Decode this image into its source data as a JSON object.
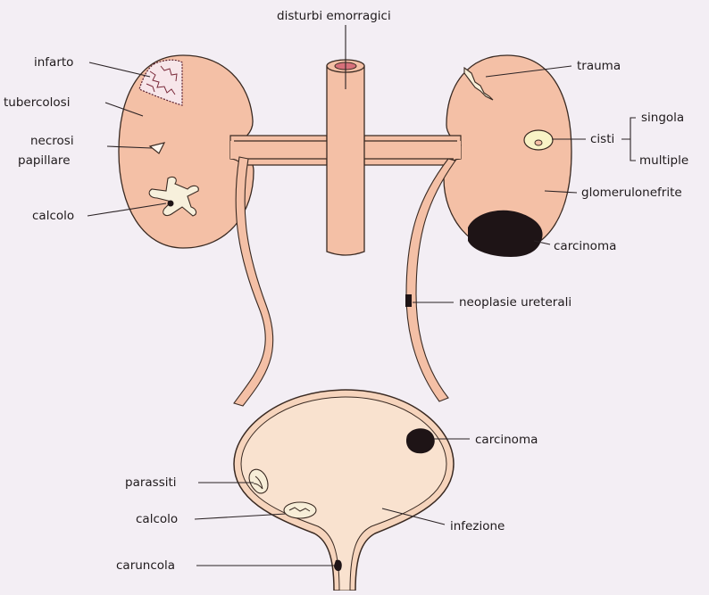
{
  "colors": {
    "background": "#f3eef4",
    "organ_fill": "#f4c0a6",
    "organ_stroke": "#3a2a22",
    "lesion": "#1e1416",
    "bladder_fill": "#f8dcc6",
    "label_text": "#1f1a1c"
  },
  "labels": {
    "disturbi_emorragici": "disturbi emorragici",
    "infarto": "infarto",
    "tubercolosi": "tubercolosi",
    "necrosi_line1": "necrosi",
    "necrosi_line2": "papillare",
    "calcolo_renale": "calcolo",
    "trauma": "trauma",
    "cisti": "cisti",
    "singola": "singola",
    "multiple": "multiple",
    "glomerulonefrite": "glomerulonefrite",
    "carcinoma_renale": "carcinoma",
    "neoplasie_ureterali": "neoplasie ureterali",
    "carcinoma_vescicale": "carcinoma",
    "parassiti": "parassiti",
    "calcolo_vescicale": "calcolo",
    "infezione": "infezione",
    "caruncola": "caruncola"
  }
}
